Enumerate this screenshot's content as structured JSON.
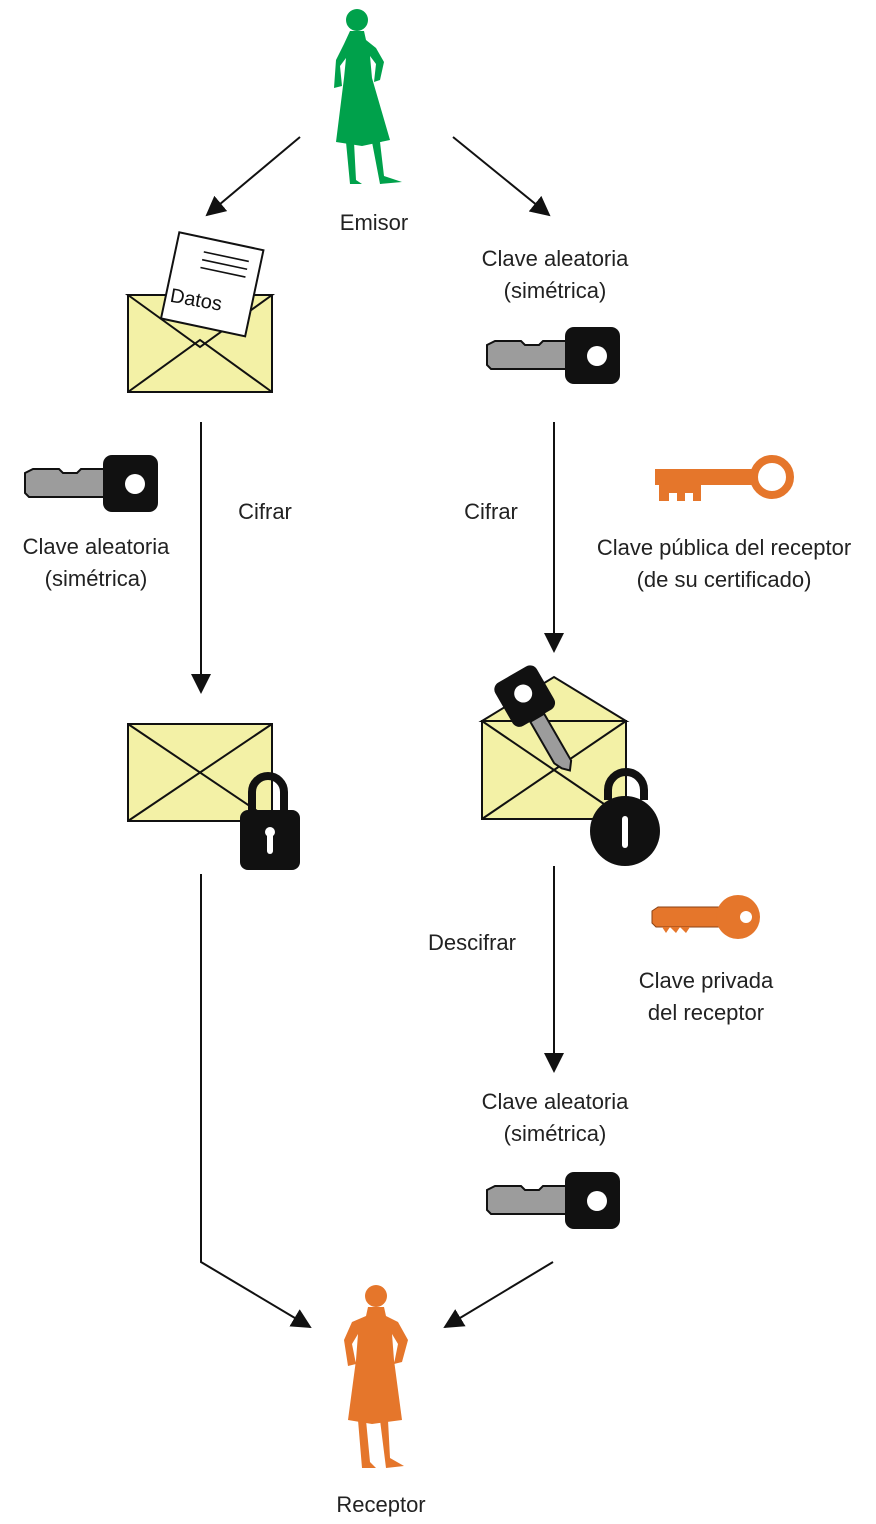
{
  "sender": {
    "label": "Emisor",
    "color": "#00A14B"
  },
  "receiver": {
    "label": "Receptor",
    "color": "#E5762B"
  },
  "data_envelope": {
    "doc_label": "Datos",
    "fill": "#F3F1A6"
  },
  "left_key": {
    "line1": "Clave aleatoria",
    "line2": "(simétrica)"
  },
  "right_key_top": {
    "line1": "Clave aleatoria",
    "line2": "(simétrica)"
  },
  "right_key_bottom": {
    "line1": "Clave aleatoria",
    "line2": "(simétrica)"
  },
  "public_key": {
    "line1": "Clave pública del receptor",
    "line2": "(de su certificado)",
    "color": "#E5762B"
  },
  "private_key": {
    "line1": "Clave privada",
    "line2": "del receptor",
    "color": "#E5762B"
  },
  "steps": {
    "encrypt_left": "Cifrar",
    "encrypt_right": "Cifrar",
    "decrypt": "Descifrar"
  }
}
